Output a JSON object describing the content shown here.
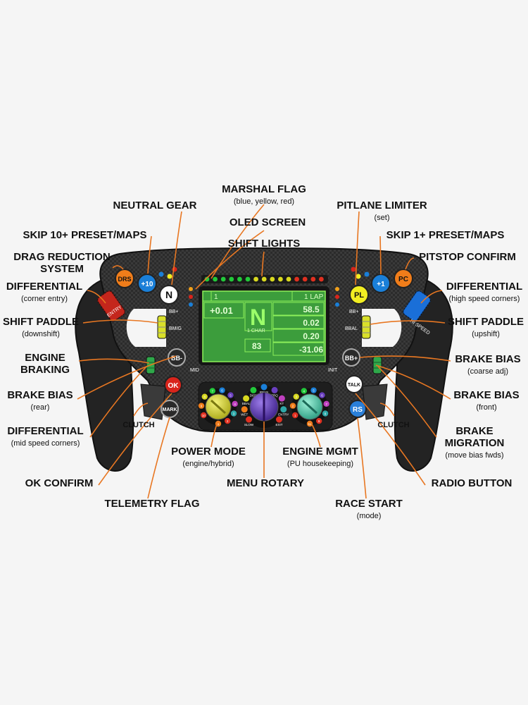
{
  "colors": {
    "leader": "#e87722",
    "screen_bg": "#2f8f2f",
    "screen_green": "#8df05a",
    "drs": "#f07d1a",
    "blue_btn": "#1a7fd8",
    "pl": "#f2ee22",
    "ok": "#d9241b",
    "rs": "#2a7fd8",
    "knob_yellow": "#dcd92a",
    "knob_purple": "#6a3fc0",
    "knob_teal": "#4fd0b0"
  },
  "labels": {
    "marshal_flag": {
      "title": "MARSHAL FLAG",
      "sub": "(blue, yellow, red)"
    },
    "neutral_gear": {
      "title": "NEUTRAL GEAR"
    },
    "oled_screen": {
      "title": "OLED SCREEN"
    },
    "shift_lights": {
      "title": "SHIFT LIGHTS"
    },
    "pitlane_limiter": {
      "title": "PITLANE LIMITER",
      "sub": "(set)"
    },
    "skip10": {
      "title": "SKIP 10+ PRESET/MAPS"
    },
    "skip1": {
      "title": "SKIP 1+ PRESET/MAPS"
    },
    "drs_system": {
      "title": "DRAG REDUCTION",
      "title2": "SYSTEM"
    },
    "pitstop_confirm": {
      "title": "PITSTOP CONFIRM"
    },
    "diff_entry": {
      "title": "DIFFERENTIAL",
      "sub": "(corner entry)"
    },
    "diff_high": {
      "title": "DIFFERENTIAL",
      "sub": "(high speed corners)"
    },
    "shift_down": {
      "title": "SHIFT PADDLE",
      "sub": "(downshift)"
    },
    "shift_up": {
      "title": "SHIFT PADDLE",
      "sub": "(upshift)"
    },
    "engine_braking": {
      "title": "ENGINE",
      "title2": "BRAKING"
    },
    "brake_bias_coarse": {
      "title": "BRAKE BIAS",
      "sub": "(coarse adj)"
    },
    "brake_bias_rear": {
      "title": "BRAKE BIAS",
      "sub": "(rear)"
    },
    "brake_bias_front": {
      "title": "BRAKE BIAS",
      "sub": "(front)"
    },
    "diff_mid": {
      "title": "DIFFERENTIAL",
      "sub": "(mid speed corners)"
    },
    "brake_migration": {
      "title": "BRAKE",
      "title2": "MIGRATION",
      "sub": "(move bias fwds)"
    },
    "clutch_left": {
      "title": "CLUTCH"
    },
    "clutch_right": {
      "title": "CLUTCH"
    },
    "power_mode": {
      "title": "POWER MODE",
      "sub": "(engine/hybrid)"
    },
    "engine_mgmt": {
      "title": "ENGINE MGMT",
      "sub": "(PU housekeeping)"
    },
    "ok_confirm": {
      "title": "OK CONFIRM"
    },
    "menu_rotary": {
      "title": "MENU ROTARY"
    },
    "radio_button": {
      "title": "RADIO BUTTON"
    },
    "telemetry_flag": {
      "title": "TELEMETRY FLAG"
    },
    "race_start": {
      "title": "RACE START",
      "sub": "(mode)"
    }
  },
  "buttons": {
    "drs": "DRS",
    "plus10": "+10",
    "neutral": "N",
    "pl": "PL",
    "plus1": "+1",
    "pc": "PC",
    "entry": "ENTRY",
    "hi_speed": "HI SPEED",
    "bb_minus": "BB-",
    "bb_plus": "BB+",
    "ok": "OK",
    "mark": "MARK",
    "talk": "TALK",
    "rs": "RS",
    "bmig": "BMIG",
    "bbal": "BBAL",
    "bb_plus_small_left": "BB+",
    "bb_plus_small_right": "BB+",
    "mid": "MID",
    "init": "INIT"
  },
  "screen": {
    "top_left": "1",
    "top_right": "1 LAP",
    "delta": "+0.01",
    "gear": "N",
    "gear_sub": "1 CHAR",
    "v1": "58.5",
    "v2": "0.02",
    "v3": "0.20",
    "v4": "83",
    "v5": "-31.06"
  },
  "rotary_labels": {
    "menu": [
      "SLOW",
      "WET",
      "BBAL",
      "DISP",
      "REVS",
      "TRQ",
      "KT",
      "ENTRY",
      "EXIT"
    ],
    "power_nums": [
      "10",
      "9",
      "8",
      "7",
      "6",
      "5",
      "4",
      "3",
      "2",
      "1"
    ],
    "mgmt_nums": [
      "1",
      "2",
      "3",
      "4",
      "5",
      "6",
      "7",
      "8",
      "9",
      "10"
    ]
  }
}
